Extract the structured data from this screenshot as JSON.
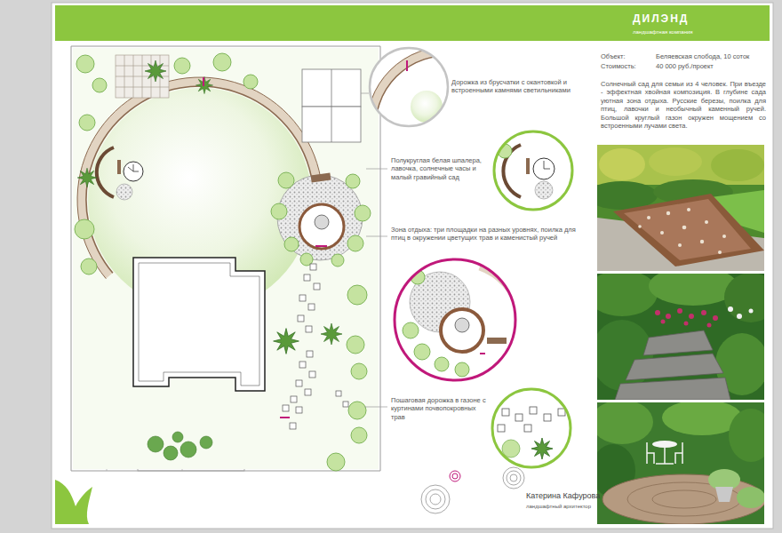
{
  "diagram": {
    "nodes": [
      {
        "text": [
          "ДИЛЭНД",
          "ландшафтная компания"
        ]
      }
    ],
    "labels": [
      "Объект:",
      "Беляевская слобода, 10 соток",
      "Стоимость:",
      "40 000 руб./проект",
      "Солнечный сад для семьи из 4 человек. При въезде - эффектная хвойная композиция. В глубине сада уютная зона отдыха. Русские березы, поилка для птиц, лавочки и необычный каменный ручей. Большой круглый газон окружен мощением со встроенными лучами света.",
      "Дорожка из брусчатки с окантовкой и встроенными камнями светильниками",
      "Полукруглая белая шпалера, лавочка, солнечные часы и малый гравийный сад",
      "Зона отдыха: три площадки на разных уровнях, поилка для птиц в окружении цветущих трав и каменистый ручей",
      "Пошаговая дорожка в газоне с куртинами почвопокровных трав",
      "Катерина Кафурова",
      "ландшафтный архитектор"
    ]
  }
}
